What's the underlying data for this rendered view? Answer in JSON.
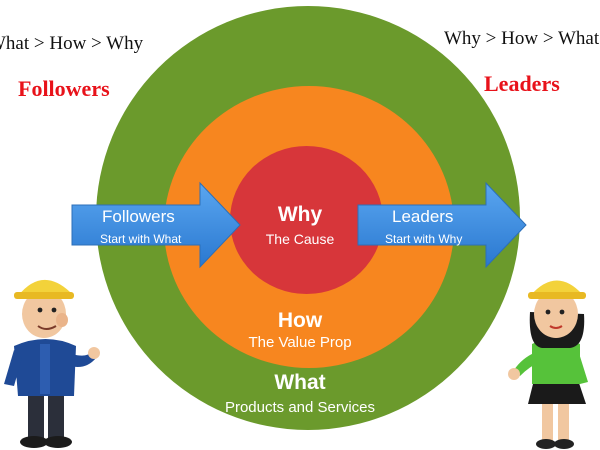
{
  "sequences": {
    "followers": "What > How > Why",
    "leaders": "Why > How > What"
  },
  "roles": {
    "followers": "Followers",
    "leaders": "Leaders"
  },
  "circles": {
    "why": {
      "title": "Why",
      "subtitle": "The Cause"
    },
    "how": {
      "title": "How",
      "subtitle": "The Value Prop"
    },
    "what": {
      "title": "What",
      "subtitle": "Products and Services"
    }
  },
  "arrows": {
    "followers": {
      "title": "Followers",
      "subtitle": "Start with What"
    },
    "leaders": {
      "title": "Leaders",
      "subtitle": "Start with Why"
    }
  },
  "colors": {
    "outer_ring": "#6b9a2c",
    "middle_ring": "#f7861f",
    "inner_ring": "#d7363a",
    "arrow": "#3b8be0",
    "role_title": "#e8121a"
  },
  "illustrations": {
    "left": "man-with-hard-hat",
    "right": "woman-with-hard-hat"
  }
}
